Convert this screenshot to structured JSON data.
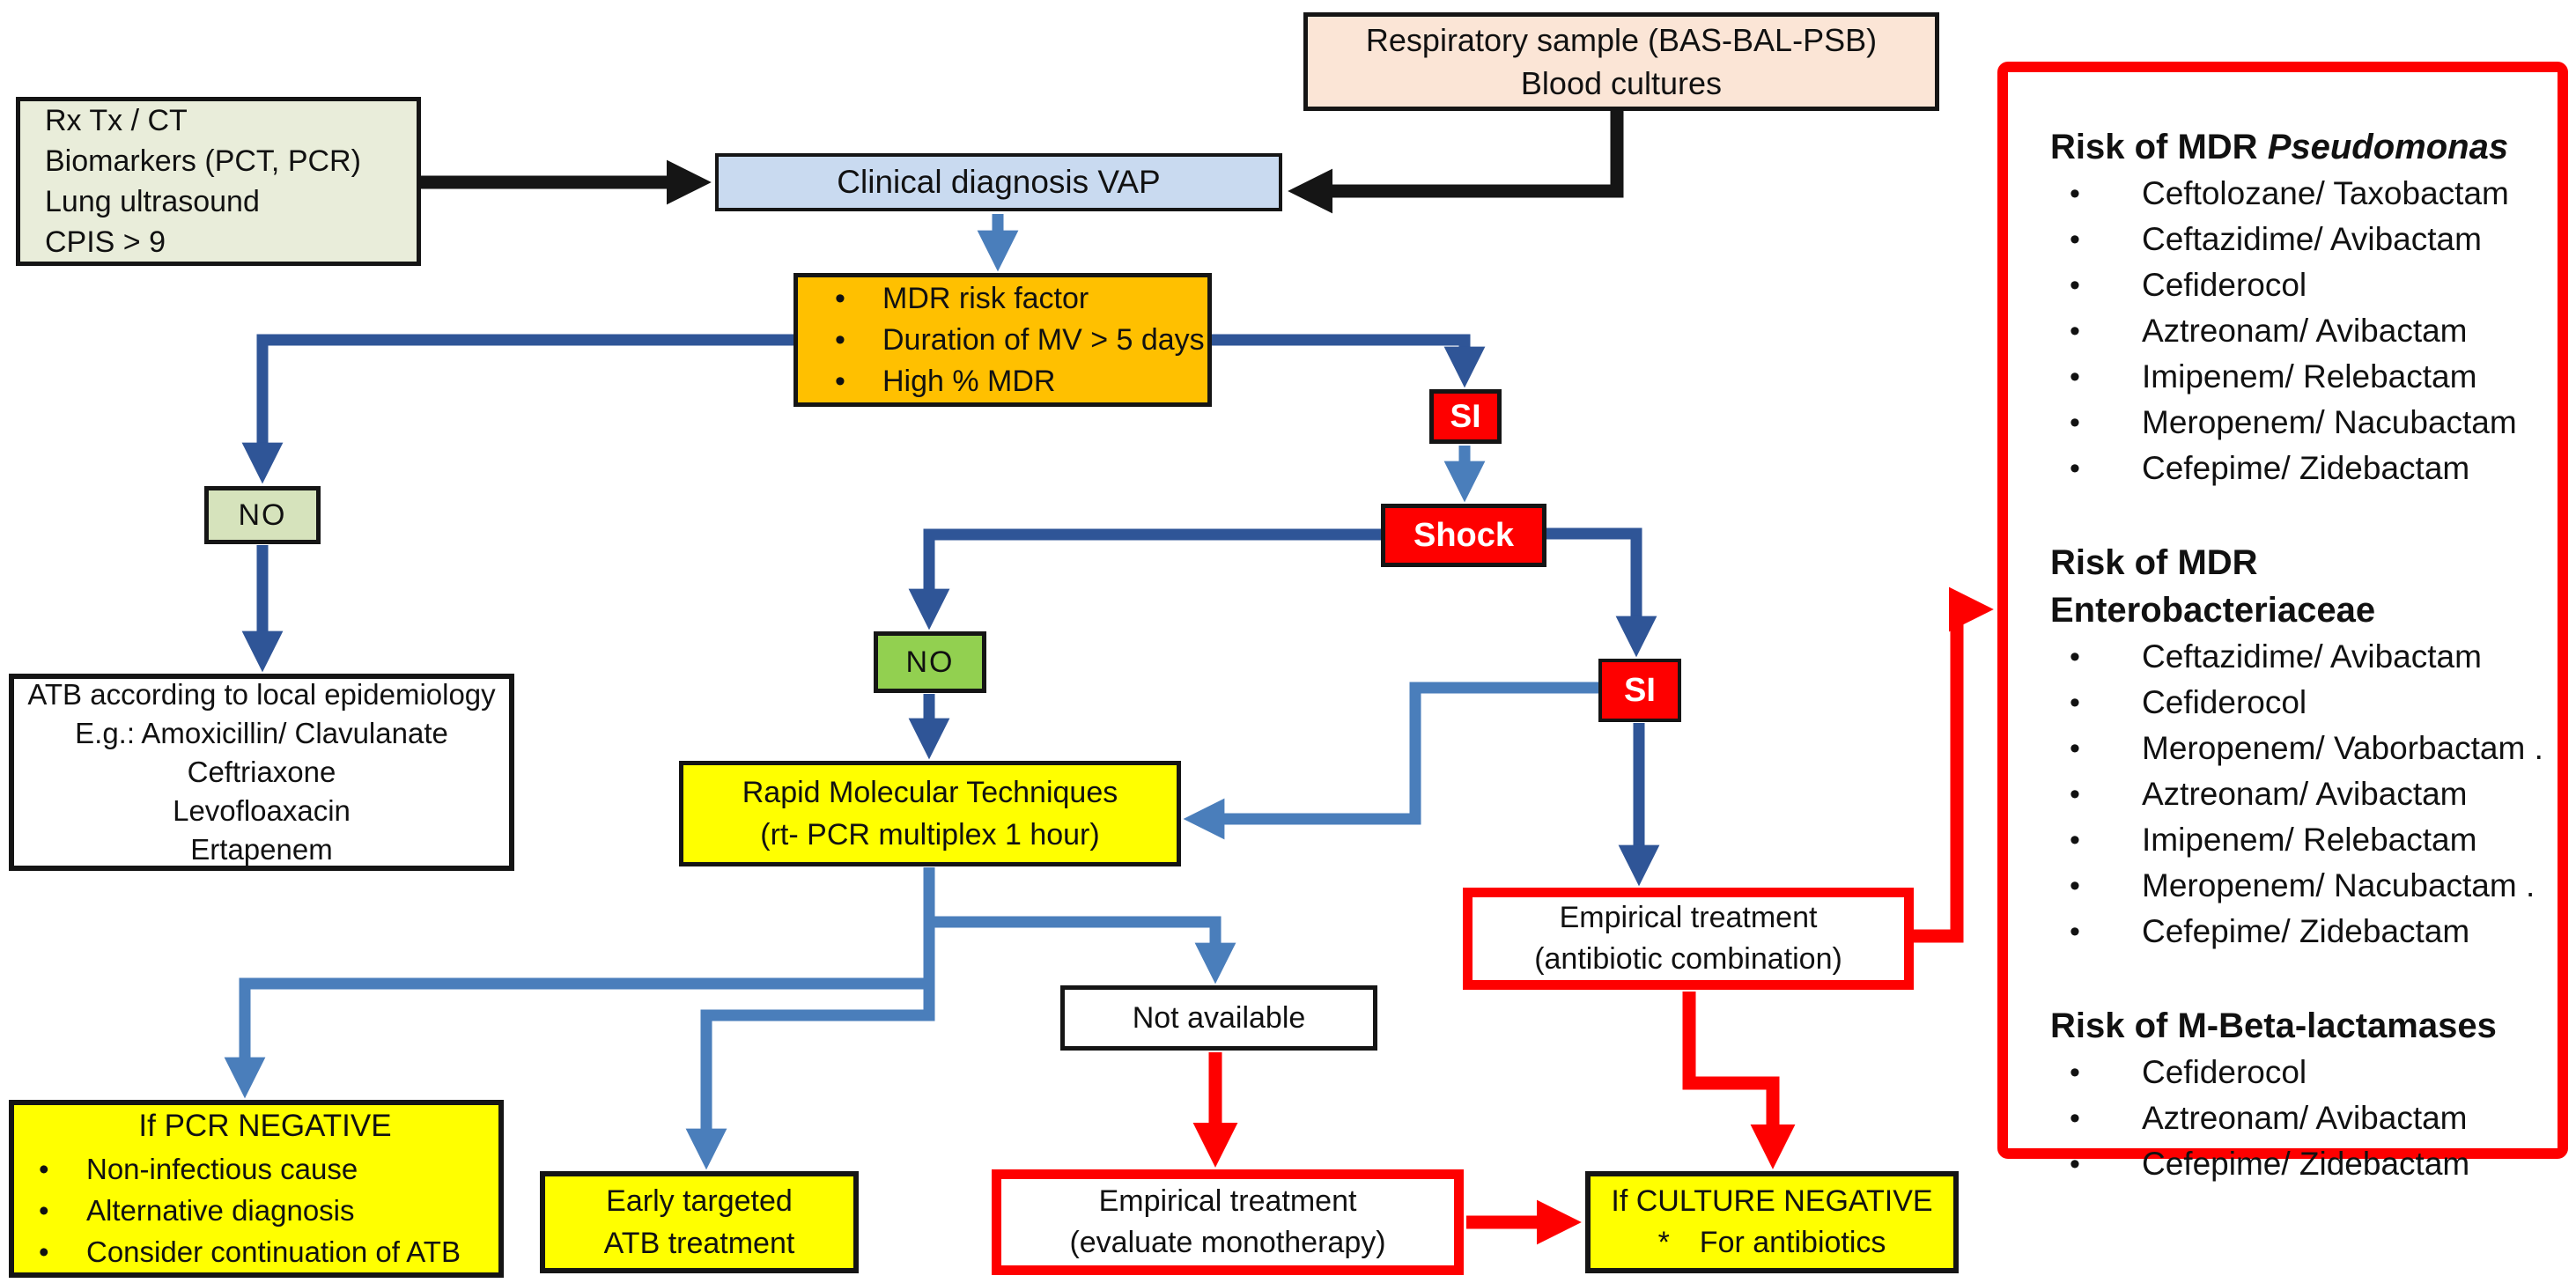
{
  "diagram": {
    "info_box": {
      "lines": [
        "Rx Tx / CT",
        "Biomarkers (PCT, PCR)",
        "Lung ultrasound",
        "CPIS > 9"
      ]
    },
    "vap_box": {
      "label": "Clinical diagnosis VAP"
    },
    "sample_box": {
      "lines": [
        "Respiratory sample (BAS-BAL-PSB)",
        "Blood cultures"
      ]
    },
    "mdr_box": {
      "bullets": [
        "MDR risk factor",
        "Duration of MV > 5 days",
        "High % MDR"
      ]
    },
    "no_left_box": {
      "label": "NO"
    },
    "si_top_box": {
      "label": "SI"
    },
    "shock_box": {
      "label": "Shock"
    },
    "no_center_box": {
      "label": "NO"
    },
    "si_right_box": {
      "label": "SI"
    },
    "atb_local_box": {
      "lines": [
        "ATB according to local epidemiology",
        "E.g.: Amoxicillin/ Clavulanate",
        "Ceftriaxone",
        "Levofloaxacin",
        "Ertapenem"
      ]
    },
    "rapid_box": {
      "lines": [
        "Rapid Molecular Techniques",
        "(rt- PCR multiplex 1 hour)"
      ]
    },
    "empirical_combination_box": {
      "lines": [
        "Empirical treatment",
        "(antibiotic combination)"
      ]
    },
    "not_available_box": {
      "label": "Not available"
    },
    "pcr_negative_box": {
      "title": "If PCR NEGATIVE",
      "bullets": [
        "Non-infectious cause",
        "Alternative diagnosis",
        "Consider continuation of ATB"
      ]
    },
    "early_targeted_box": {
      "lines": [
        "Early targeted",
        "ATB treatment"
      ]
    },
    "empirical_monotherapy_box": {
      "lines": [
        "Empirical treatment",
        "(evaluate monotherapy)"
      ]
    },
    "culture_negative_box": {
      "title": "If CULTURE NEGATIVE",
      "bullet_marker": "*",
      "bullet_text": "For antibiotics"
    }
  },
  "risk_panel": {
    "sections": [
      {
        "title_prefix": "Risk of MDR ",
        "title_italic": "Pseudomonas",
        "items": [
          "Ceftolozane/ Taxobactam",
          "Ceftazidime/ Avibactam",
          "Cefiderocol",
          "Aztreonam/ Avibactam",
          "Imipenem/ Relebactam",
          "Meropenem/ Nacubactam",
          "Cefepime/ Zidebactam"
        ]
      },
      {
        "title": "Risk of MDR Enterobacteriaceae",
        "items": [
          "Ceftazidime/ Avibactam",
          "Cefiderocol",
          "Meropenem/ Vaborbactam .",
          "Aztreonam/ Avibactam",
          "Imipenem/ Relebactam",
          "Meropenem/ Nacubactam .",
          "Cefepime/ Zidebactam"
        ]
      },
      {
        "title": "Risk of M-Beta-lactamases",
        "items": [
          "Cefiderocol",
          "Aztreonam/ Avibactam",
          "Cefepime/ Zidebactam"
        ]
      }
    ]
  },
  "colors": {
    "blue_dark": "#2F5597",
    "blue_light": "#4A7EBB",
    "red": "#FE0000",
    "yellow": "#FFFF00",
    "orange": "#FFC000",
    "green": "#92D050",
    "green_pale": "#D6E3BC",
    "blue_box": "#C9DAF0",
    "peach": "#FBE5D6",
    "sage": "#E9EDDA"
  }
}
